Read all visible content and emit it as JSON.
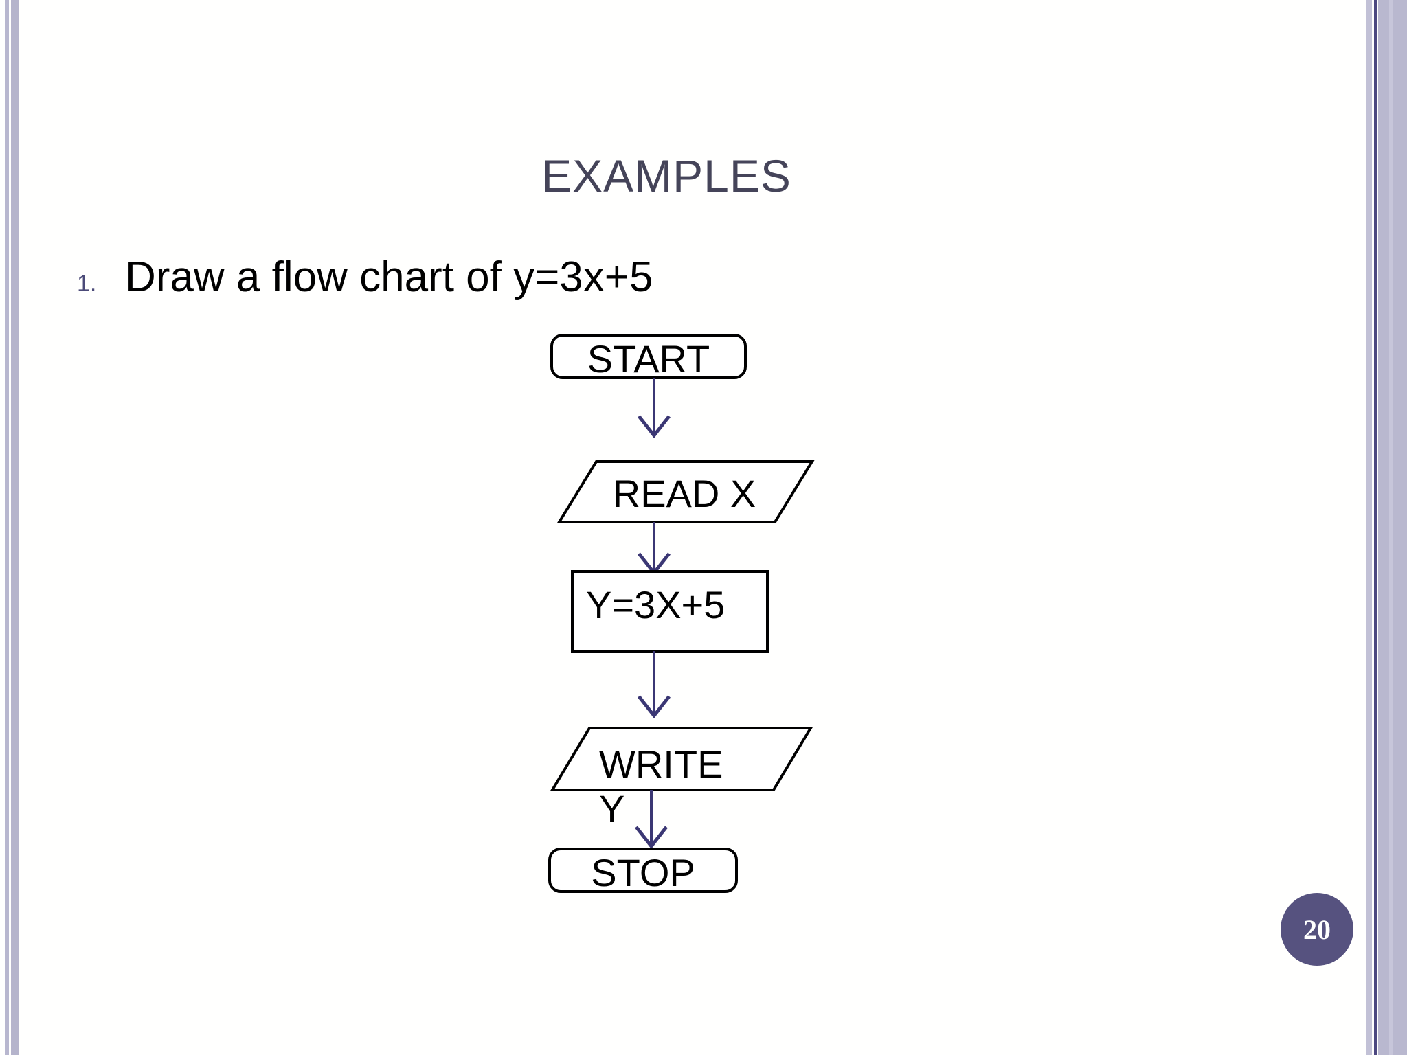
{
  "slide": {
    "title": "EXAMPLES",
    "background_color": "#fffffe",
    "title_color": "#454459"
  },
  "bullet": {
    "number": "1.",
    "number_color": "#4b4a78",
    "text": "Draw a flow chart of y=3x+5"
  },
  "flowchart": {
    "line_color": "#3b3774",
    "shape_stroke": "#000000",
    "shape_fill": "#ffffff",
    "nodes": [
      {
        "id": "start",
        "shape": "rounded-rectangle",
        "label": "START"
      },
      {
        "id": "read",
        "shape": "parallelogram",
        "label": "READ X"
      },
      {
        "id": "assign",
        "shape": "rectangle",
        "label": "Y=3X+5"
      },
      {
        "id": "write",
        "shape": "parallelogram",
        "label": "WRITE",
        "label_overflow": "Y"
      },
      {
        "id": "stop",
        "shape": "rounded-rectangle",
        "label": "STOP"
      }
    ],
    "connectors": [
      {
        "from": "start",
        "to": "read"
      },
      {
        "from": "read",
        "to": "assign"
      },
      {
        "from": "assign",
        "to": "write"
      },
      {
        "from": "write",
        "to": "stop"
      }
    ]
  },
  "page_number": {
    "value": "20",
    "badge_color": "#56527f",
    "text_color": "#ffffff"
  },
  "decoration": {
    "stripe_light": "#b8b7cf",
    "stripe_dark": "#4c4880"
  }
}
